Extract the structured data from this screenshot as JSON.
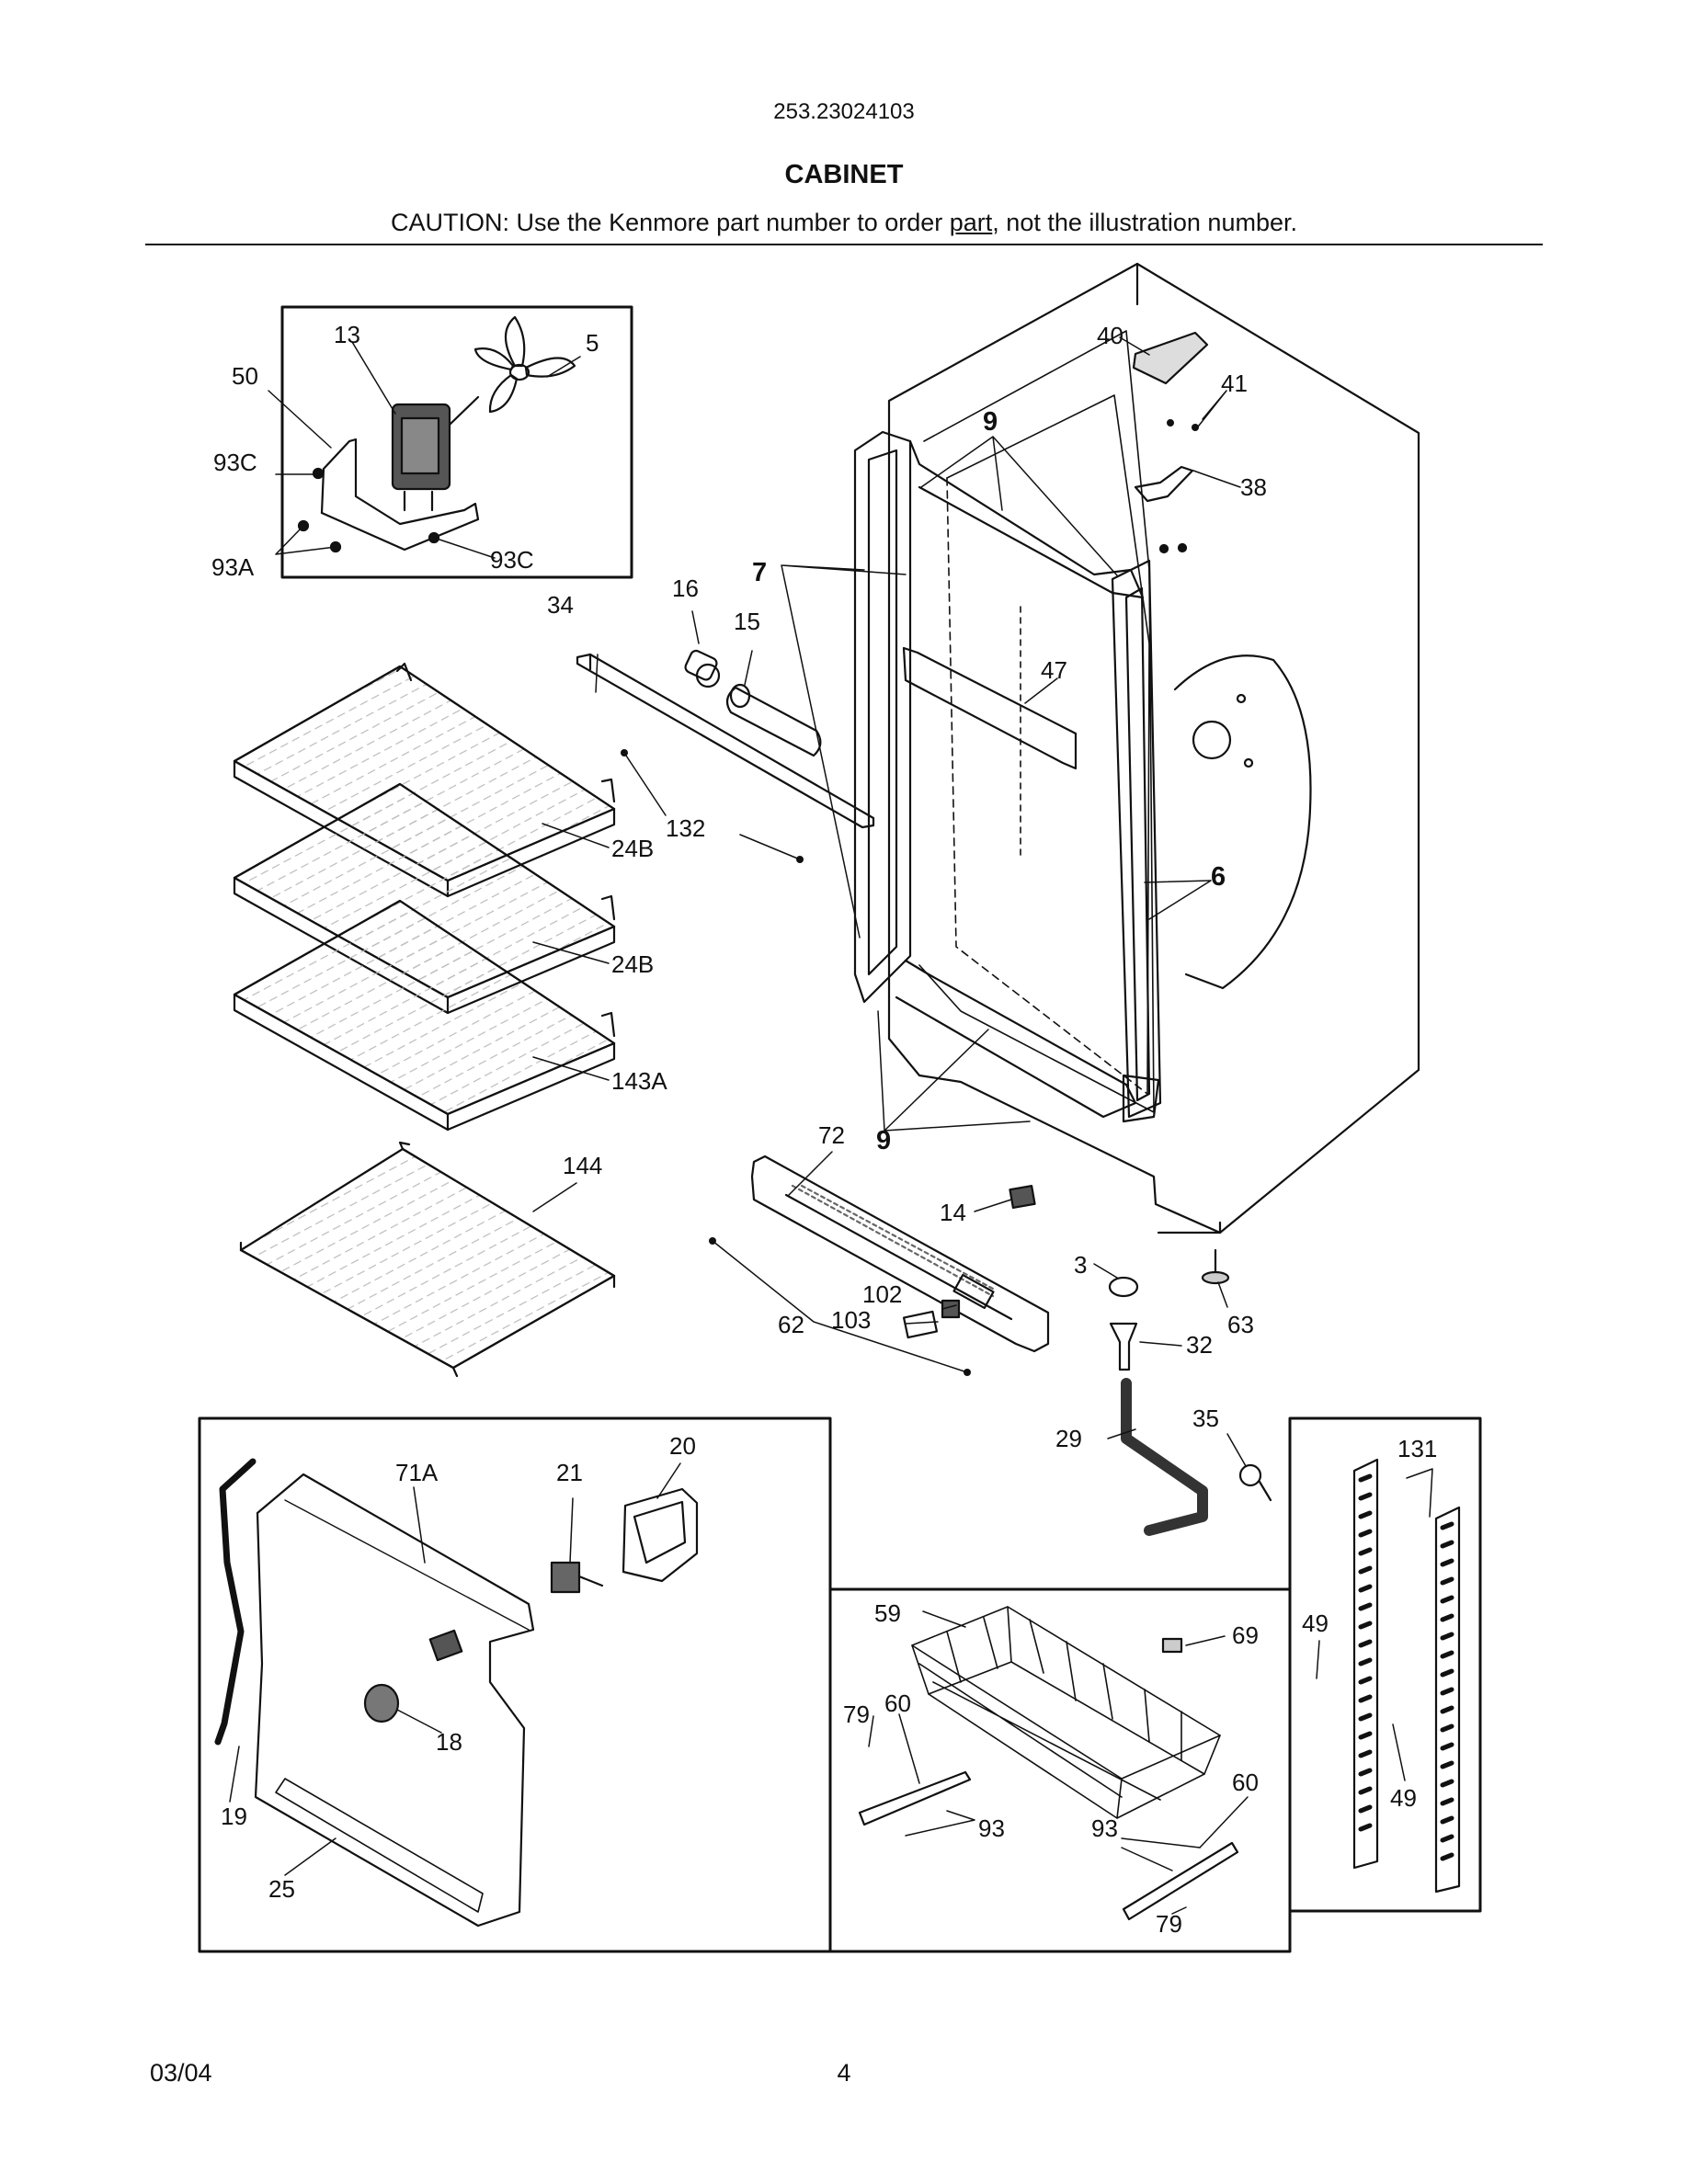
{
  "model_number": "253.23024103",
  "section_title": "CABINET",
  "caution": {
    "prefix": "CAUTION: Use the Kenmore part number to order ",
    "underlined": "part",
    "suffix": ", not the illustration number."
  },
  "callouts": {
    "c13": "13",
    "c5": "5",
    "c50": "50",
    "c93C_a": "93C",
    "c93A": "93A",
    "c93C_b": "93C",
    "c40": "40",
    "c41": "41",
    "c38": "38",
    "c9_top": "9",
    "c7": "7",
    "c16": "16",
    "c15": "15",
    "c34": "34",
    "c47": "47",
    "c6": "6",
    "c132": "132",
    "c24B_a": "24B",
    "c24B_b": "24B",
    "c143A": "143A",
    "c144": "144",
    "c72": "72",
    "c9_bot": "9",
    "c14": "14",
    "c3": "3",
    "c63": "63",
    "c102": "102",
    "c103": "103",
    "c62": "62",
    "c32": "32",
    "c35": "35",
    "c29": "29",
    "c131": "131",
    "c49_a": "49",
    "c49_b": "49",
    "c20": "20",
    "c71A": "71A",
    "c21": "21",
    "c18": "18",
    "c19": "19",
    "c25": "25",
    "c59": "59",
    "c69": "69",
    "c79_a": "79",
    "c60_a": "60",
    "c93_a": "93",
    "c60_b": "60",
    "c93_b": "93",
    "c79_b": "79"
  },
  "footer": {
    "date": "03/04",
    "page": "4"
  }
}
